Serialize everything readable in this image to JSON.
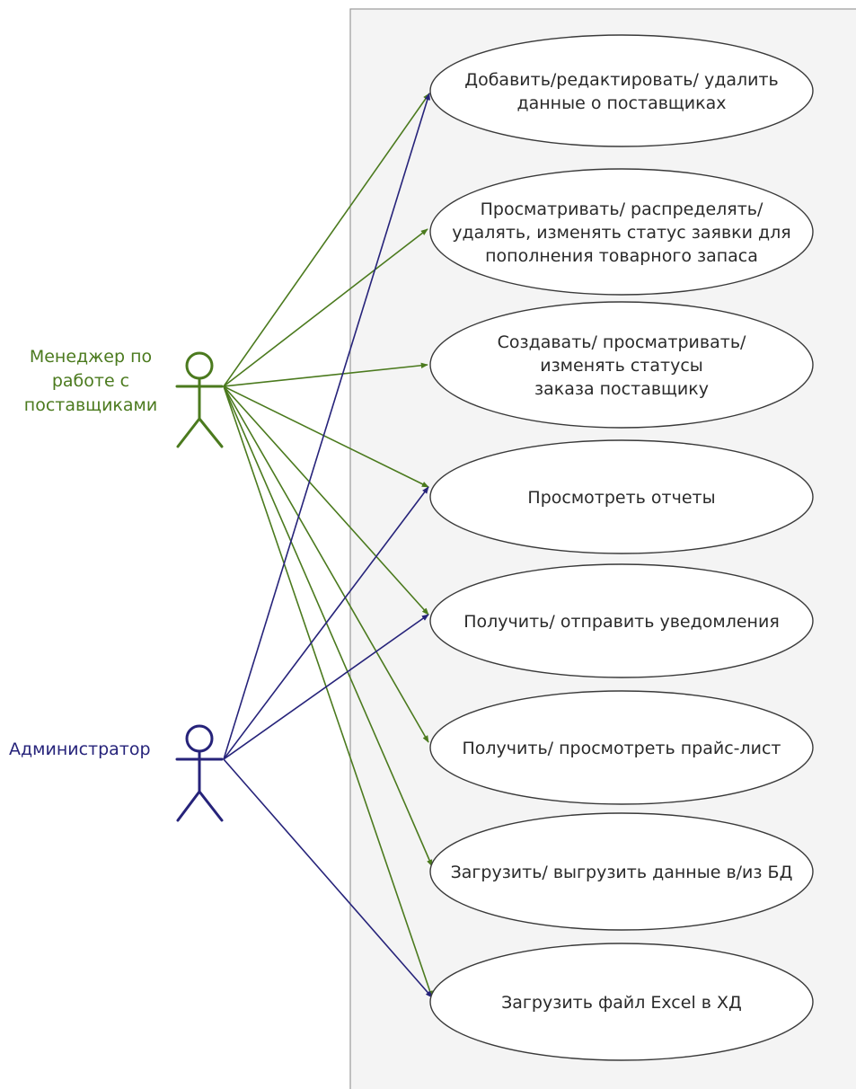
{
  "colors": {
    "manager": "#4b7a1e",
    "admin": "#26237a",
    "boundary_fill": "#f4f4f4",
    "boundary_stroke": "#9a9a9a",
    "ellipse_stroke": "#3a3a3a"
  },
  "actors": {
    "manager": {
      "label_lines": [
        "Менеджер по",
        "работе с",
        "поставщиками"
      ],
      "icon": "stick-figure-icon"
    },
    "admin": {
      "label_lines": [
        "Администратор"
      ],
      "icon": "stick-figure-icon"
    }
  },
  "use_cases": [
    {
      "id": "uc1",
      "lines": [
        "Добавить/редактировать/ удалить",
        "данные о поставщиках"
      ]
    },
    {
      "id": "uc2",
      "lines": [
        "Просматривать/ распределять/",
        "удалять, изменять статус заявки для",
        "пополнения товарного запаса"
      ]
    },
    {
      "id": "uc3",
      "lines": [
        "Создавать/ просматривать/",
        "изменять статусы",
        "заказа поставщику"
      ]
    },
    {
      "id": "uc4",
      "lines": [
        "Просмотреть отчеты"
      ]
    },
    {
      "id": "uc5",
      "lines": [
        "Получить/ отправить уведомления"
      ]
    },
    {
      "id": "uc6",
      "lines": [
        "Получить/ просмотреть прайс-лист"
      ]
    },
    {
      "id": "uc7",
      "lines": [
        "Загрузить/ выгрузить данные в/из БД"
      ]
    },
    {
      "id": "uc8",
      "lines": [
        "Загрузить файл Excel в ХД"
      ]
    }
  ],
  "associations": {
    "manager": [
      "uc1",
      "uc2",
      "uc3",
      "uc4",
      "uc5",
      "uc6",
      "uc7",
      "uc8"
    ],
    "admin": [
      "uc1",
      "uc4",
      "uc5",
      "uc8"
    ]
  }
}
